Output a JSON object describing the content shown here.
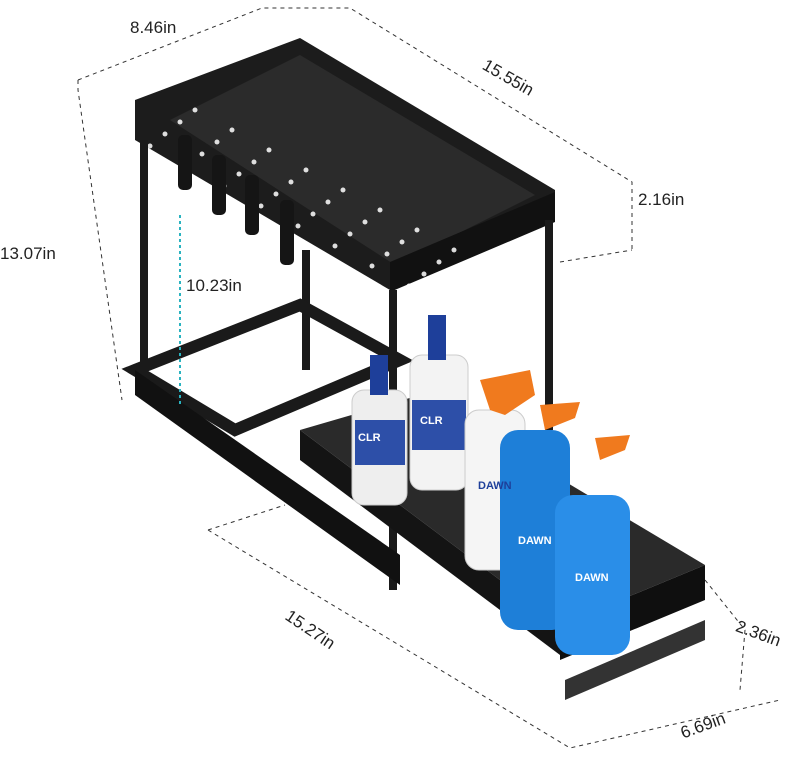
{
  "product": {
    "dimensions": {
      "top_depth": "8.46in",
      "top_length": "15.55in",
      "top_tier_height": "2.16in",
      "total_height": "13.07in",
      "inner_clearance": "10.23in",
      "bottom_length": "15.27in",
      "drawer_height": "2.36in",
      "drawer_width": "6.69in"
    },
    "bottle_labels": [
      "CLR",
      "CLR",
      "DAWN",
      "DAWN",
      "DAWN"
    ],
    "colors": {
      "rack": "#1a1a1a",
      "accent": "#2ab3c0",
      "bottle_blue": "#1e7fd8",
      "trigger_orange": "#f07a1e"
    }
  }
}
